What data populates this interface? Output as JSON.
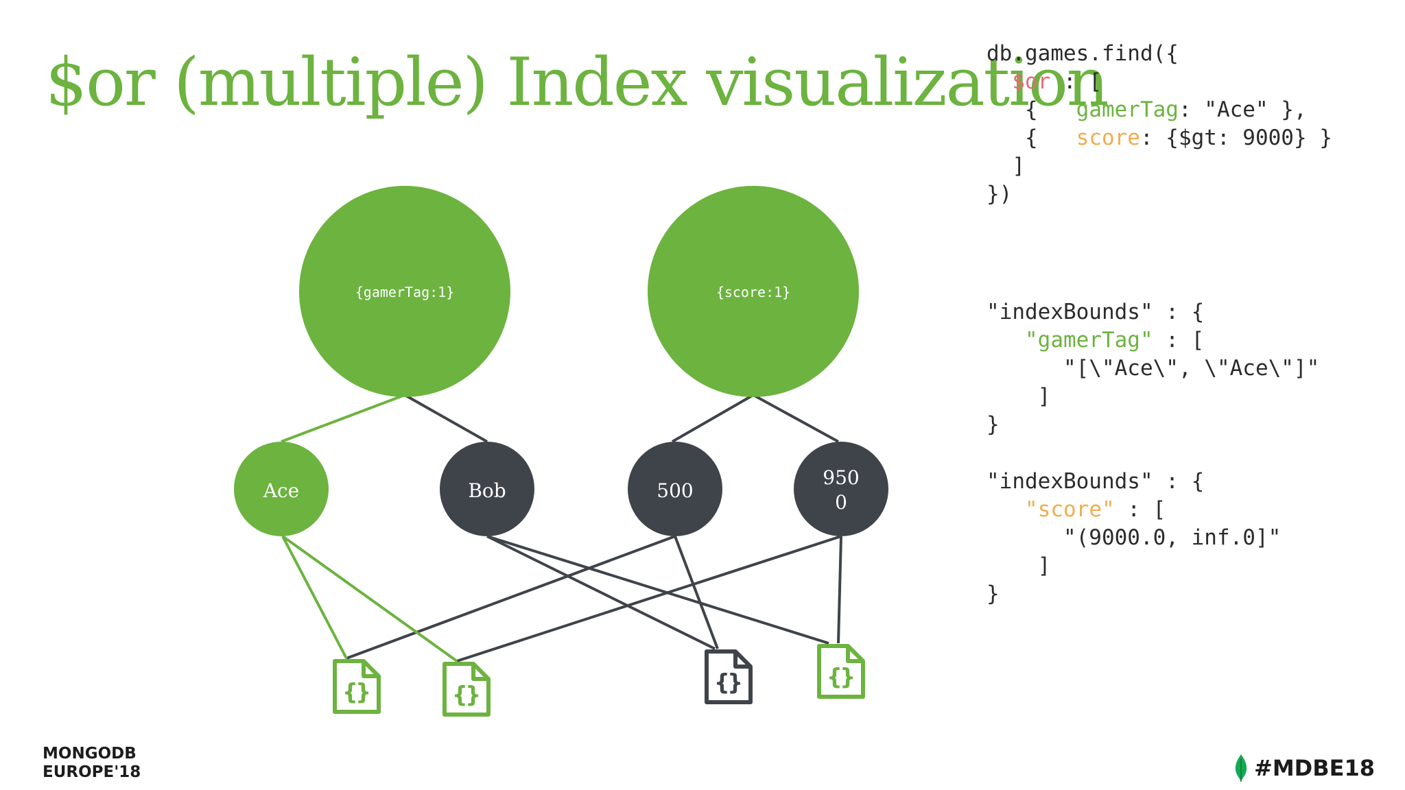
{
  "slide": {
    "title": "$or (multiple) Index visualization"
  },
  "query_code": {
    "line1": "db.games.find({",
    "or_key": "$or",
    "or_rest": " : [",
    "l3_open": "   { ",
    "l3_key": "gamerTag",
    "l3_rest": ": \"Ace\" },",
    "l4_open": "   { ",
    "l4_key": "score",
    "l4_rest": ": {$gt: 9000} }",
    "l5": "  ]",
    "l6": "})"
  },
  "bounds_gamertag": {
    "l1": "\"indexBounds\" : {",
    "key": "\"gamerTag\"",
    "key_rest": " : [",
    "value": "\"[\\\"Ace\\\", \\\"Ace\\\"]\"",
    "close_bracket": "  ]",
    "close_brace": "}"
  },
  "bounds_score": {
    "l1": "\"indexBounds\" : {",
    "key": "\"score\"",
    "key_rest": " : [",
    "value": "\"(9000.0, inf.0]\"",
    "close_bracket": "  ]",
    "close_brace": "}"
  },
  "diagram": {
    "index_nodes": [
      {
        "id": "gamerTag",
        "label": "{gamerTag:1}"
      },
      {
        "id": "score",
        "label": "{score:1}"
      }
    ],
    "key_nodes": [
      {
        "id": "ace",
        "label": "Ace",
        "matched": true
      },
      {
        "id": "bob",
        "label": "Bob",
        "matched": false
      },
      {
        "id": "500",
        "label": "500",
        "matched": false
      },
      {
        "id": "9500",
        "label_line1": "950",
        "label_line2": "0",
        "matched": false
      }
    ],
    "documents": [
      {
        "id": "doc1",
        "matched": true
      },
      {
        "id": "doc2",
        "matched": true
      },
      {
        "id": "doc3",
        "matched": false
      },
      {
        "id": "doc4",
        "matched": true
      }
    ],
    "colors": {
      "green": "#6cb33f",
      "dark": "#3f444b",
      "white": "#ffffff"
    }
  },
  "footer": {
    "brand_line1": "MONGODB",
    "brand_line2": "EUROPE'18",
    "hashtag": "#MDBE18",
    "leaf_icon": "mongodb-leaf-icon"
  }
}
